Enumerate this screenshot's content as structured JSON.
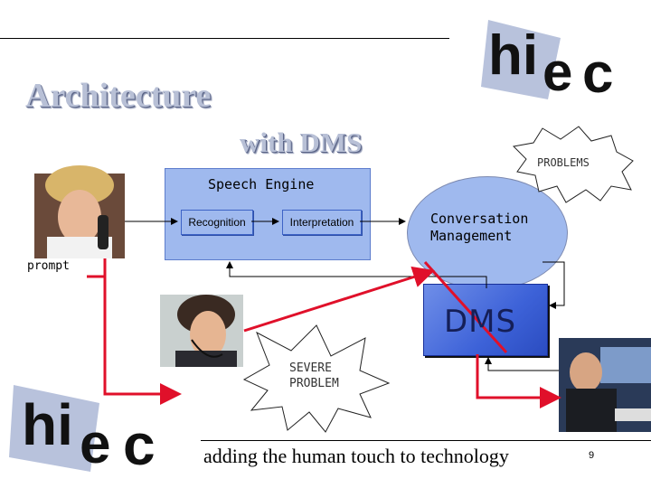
{
  "slide": {
    "title": "Architecture",
    "subtitle": "with DMS",
    "tagline": "adding the human touch to technology",
    "page_number": "9"
  },
  "diagram": {
    "speech_engine": "Speech Engine",
    "recognition": "Recognition",
    "interpretation": "Interpretation",
    "conversation_line1": "Conversation",
    "conversation_line2": "Management",
    "dms": "DMS",
    "prompt": "prompt",
    "problems": "PROBLEMS",
    "severe_line1": "SEVERE",
    "severe_line2": "PROBLEM"
  },
  "logos": {
    "top_logo": "hiec",
    "bottom_logo": "hiec"
  },
  "colors": {
    "box_fill": "#9fb9ee",
    "dms_fill": "#3d62d8",
    "alert_red": "#e0102a",
    "title_color": "#b8c0d6"
  }
}
